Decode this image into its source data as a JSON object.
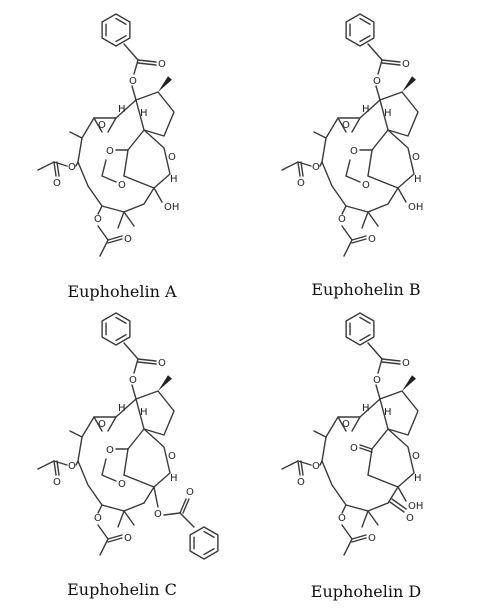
{
  "compounds": [
    {
      "name": "Euphohelin A",
      "has_ester_bottom_right": false,
      "ring_ketones": false
    },
    {
      "name": "Euphohelin B",
      "has_ester_bottom_right": false,
      "ring_ketones": false
    },
    {
      "name": "Euphohelin C",
      "has_ester_bottom_right": true,
      "ring_ketones": false
    },
    {
      "name": "Euphohelin D",
      "has_ester_bottom_right": false,
      "ring_ketones": true
    }
  ],
  "atom_labels": {
    "oxygen": "O",
    "hydrogen": "H",
    "hydroxyl": "OH"
  }
}
